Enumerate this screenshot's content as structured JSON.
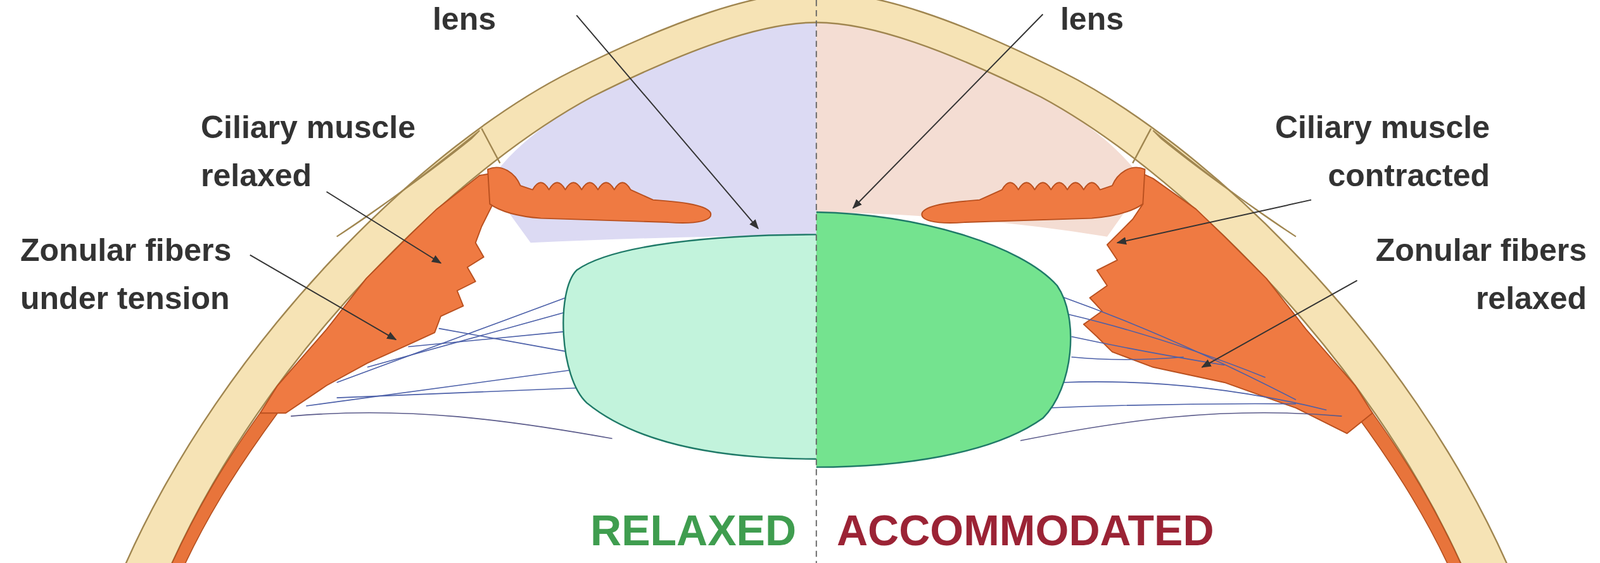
{
  "diagram": {
    "labels": [
      "lens",
      "lens",
      "Ciliary muscle relaxed",
      "Zonular fibers under tension",
      "Ciliary muscle contracted",
      "Zonular fibers relaxed",
      "RELAXED",
      "ACCOMMODATED"
    ]
  }
}
